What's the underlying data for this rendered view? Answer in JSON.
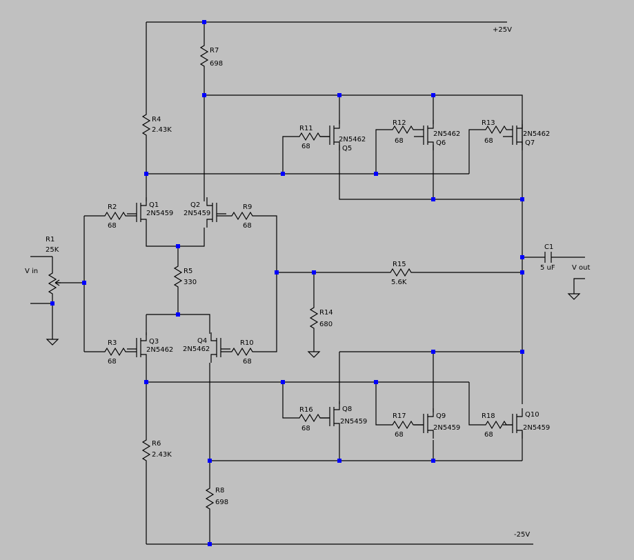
{
  "rails": {
    "vpos": "+25V",
    "vneg": "-25V"
  },
  "ports": {
    "vin": "V in",
    "vout": "V out"
  },
  "resistors": [
    {
      "ref": "R1",
      "value": "25K"
    },
    {
      "ref": "R2",
      "value": "68"
    },
    {
      "ref": "R3",
      "value": "68"
    },
    {
      "ref": "R4",
      "value": "2.43K"
    },
    {
      "ref": "R5",
      "value": "330"
    },
    {
      "ref": "R6",
      "value": "2.43K"
    },
    {
      "ref": "R7",
      "value": "698"
    },
    {
      "ref": "R8",
      "value": "698"
    },
    {
      "ref": "R9",
      "value": "68"
    },
    {
      "ref": "R10",
      "value": "68"
    },
    {
      "ref": "R11",
      "value": "68"
    },
    {
      "ref": "R12",
      "value": "68"
    },
    {
      "ref": "R13",
      "value": "68"
    },
    {
      "ref": "R14",
      "value": "680"
    },
    {
      "ref": "R15",
      "value": "5.6K"
    },
    {
      "ref": "R16",
      "value": "68"
    },
    {
      "ref": "R17",
      "value": "68"
    },
    {
      "ref": "R18",
      "value": "68"
    }
  ],
  "capacitors": [
    {
      "ref": "C1",
      "value": "5 uF"
    }
  ],
  "transistors": [
    {
      "ref": "Q1",
      "part": "2N5459"
    },
    {
      "ref": "Q2",
      "part": "2N5459"
    },
    {
      "ref": "Q3",
      "part": "2N5462"
    },
    {
      "ref": "Q4",
      "part": "2N5462"
    },
    {
      "ref": "Q5",
      "part": "2N5462"
    },
    {
      "ref": "Q6",
      "part": "2N5462"
    },
    {
      "ref": "Q7",
      "part": "2N5462"
    },
    {
      "ref": "Q8",
      "part": "2N5459"
    },
    {
      "ref": "Q9",
      "part": "2N5459"
    },
    {
      "ref": "Q10",
      "part": "2N5459"
    }
  ],
  "colors": {
    "background": "#c0c0c0",
    "wire": "#000000",
    "junction": "#0000ff"
  }
}
